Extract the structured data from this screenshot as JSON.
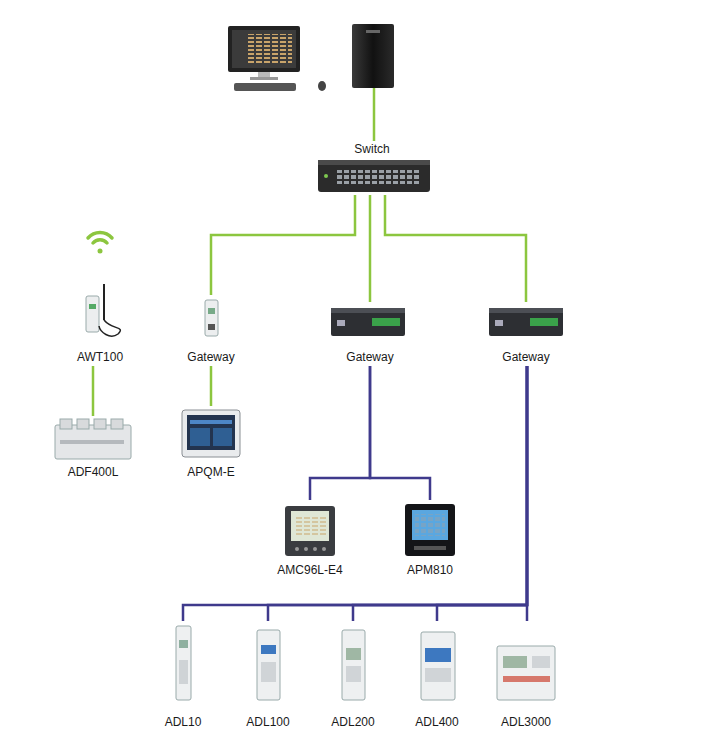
{
  "diagram": {
    "nodes": [
      {
        "text": [
          "Switch"
        ]
      },
      {
        "text": [
          "AWT100"
        ]
      },
      {
        "text": [
          "Gateway"
        ]
      },
      {
        "text": [
          "Gateway"
        ]
      },
      {
        "text": [
          "Gateway"
        ]
      },
      {
        "text": [
          "ADF400L"
        ]
      },
      {
        "text": [
          "APQM-E"
        ]
      },
      {
        "text": [
          "AMC96L-E4"
        ]
      },
      {
        "text": [
          "APM810"
        ]
      },
      {
        "text": [
          "ADL10"
        ]
      },
      {
        "text": [
          "ADL100"
        ]
      },
      {
        "text": [
          "ADL200"
        ]
      },
      {
        "text": [
          "ADL400"
        ]
      },
      {
        "text": [
          "ADL3000"
        ]
      }
    ],
    "edges": [
      {
        "from": 0,
        "to": 2,
        "arrow": "none"
      },
      {
        "from": 0,
        "to": 3,
        "arrow": "none"
      },
      {
        "from": 0,
        "to": 4,
        "arrow": "none"
      },
      {
        "from": 1,
        "to": 5,
        "arrow": "none"
      },
      {
        "from": 2,
        "to": 6,
        "arrow": "none"
      },
      {
        "from": 3,
        "to": 7,
        "arrow": "none"
      },
      {
        "from": 3,
        "to": 8,
        "arrow": "none"
      },
      {
        "from": 4,
        "to": 9,
        "arrow": "none"
      },
      {
        "from": 4,
        "to": 10,
        "arrow": "none"
      },
      {
        "from": 4,
        "to": 11,
        "arrow": "none"
      },
      {
        "from": 4,
        "to": 12,
        "arrow": "none"
      },
      {
        "from": 4,
        "to": 13,
        "arrow": "none"
      }
    ]
  }
}
